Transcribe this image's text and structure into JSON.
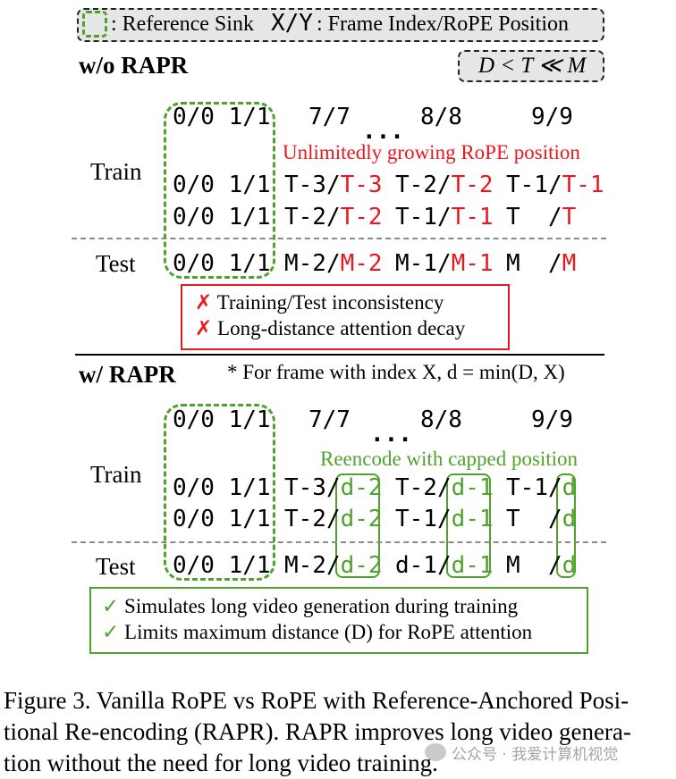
{
  "legend": {
    "sink_label": ": Reference Sink",
    "frame_symbol": "X/Y",
    "frame_label": ": Frame Index/RoPE Position"
  },
  "top": {
    "heading": "w/o RAPR",
    "condition": "D < T ≪ M",
    "train_label": "Train",
    "test_label": "Test",
    "header_row": {
      "sink": "0/0 1/1",
      "c1": "7/7",
      "c2": "8/8",
      "c3": "9/9"
    },
    "ellipsis": "...",
    "annotation": "Unlimitedly growing RoPE position",
    "row1": {
      "sink": "0/0 1/1",
      "a_idx": "T-3/",
      "a_pos": "T-3",
      "b_idx": "T-2/",
      "b_pos": "T-2",
      "c_idx": "T-1/",
      "c_pos": "T-1"
    },
    "row2": {
      "sink": "0/0 1/1",
      "a_idx": "T-2/",
      "a_pos": "T-2",
      "b_idx": "T-1/",
      "b_pos": "T-1",
      "c_idx": "T  /",
      "c_pos": "T"
    },
    "test_row": {
      "sink": "0/0 1/1",
      "a_idx": "M-2/",
      "a_pos": "M-2",
      "b_idx": "M-1/",
      "b_pos": "M-1",
      "c_idx": "M  /",
      "c_pos": "M"
    },
    "issues": [
      {
        "mark": "✗",
        "text": "Training/Test inconsistency"
      },
      {
        "mark": "✗",
        "text": "Long-distance attention decay"
      }
    ]
  },
  "bottom": {
    "heading": "w/ RAPR",
    "footnote": "* For frame with index X, d = min(D, X)",
    "train_label": "Train",
    "test_label": "Test",
    "header_row": {
      "sink": "0/0 1/1",
      "c1": "7/7",
      "c2": "8/8",
      "c3": "9/9"
    },
    "ellipsis": "...",
    "annotation": "Reencode with capped position",
    "row1": {
      "sink": "0/0 1/1",
      "a_idx": "T-3/",
      "a_pos": "d-2",
      "b_idx": "T-2/",
      "b_pos": "d-1",
      "c_idx": "T-1/",
      "c_pos": "d"
    },
    "row2": {
      "sink": "0/0 1/1",
      "a_idx": "T-2/",
      "a_pos": "d-2",
      "b_idx": "T-1/",
      "b_pos": "d-1",
      "c_idx": "T  /",
      "c_pos": "d"
    },
    "test_row": {
      "sink": "0/0 1/1",
      "a_idx": "M-2/",
      "a_pos": "d-2",
      "b_idx": "d-1/",
      "b_pos": "d-1",
      "c_idx": "M  /",
      "c_pos": "d"
    },
    "benefits": [
      {
        "mark": "✓",
        "text": "Simulates long video generation during training"
      },
      {
        "mark": "✓",
        "text": "Limits maximum distance (D) for RoPE attention"
      }
    ]
  },
  "caption": {
    "line1": "Figure 3.  Vanilla RoPE vs RoPE with Reference-Anchored Posi-",
    "line2": "tional Re-encoding (RAPR). RAPR improves long video genera-",
    "line3": "tion without the need for long video training."
  },
  "watermark": "公众号 · 我爱计算机视觉",
  "colors": {
    "accent_green": "#4fa32b",
    "accent_red": "#e8191e",
    "panel_gray": "#e6e6e6"
  }
}
